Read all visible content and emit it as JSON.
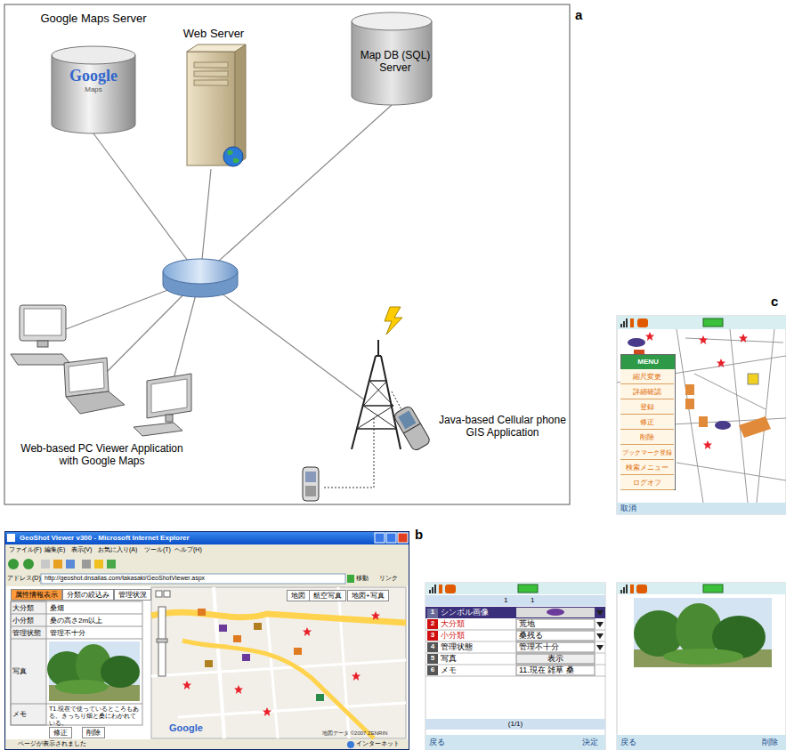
{
  "diagram": {
    "nodes": [
      {
        "text": [
          "Google Maps Server",
          "Google",
          "Maps"
        ]
      },
      {
        "text": [
          "Web Server"
        ]
      },
      {
        "text": [
          "Map DB (SQL) Server"
        ]
      },
      {
        "text": [
          "Web-based PC Viewer Application with Google Maps"
        ]
      },
      {
        "text": [
          "Java-based Cellular phone GIS Application"
        ]
      },
      {
        "text": [
          "GeoShot Viewer v300 - Microsoft Internet Explorer"
        ]
      },
      {
        "text": [
          "属性情報表示"
        ],
        "in": 5
      },
      {
        "text": [
          "分類の絞込み"
        ],
        "in": 5
      },
      {
        "text": [
          "管理状況"
        ],
        "in": 5
      },
      {
        "text": [
          "地図"
        ],
        "in": 5
      },
      {
        "text": [
          "航空写真"
        ],
        "in": 5
      },
      {
        "text": [
          "地図+写真"
        ],
        "in": 5
      },
      {
        "text": [
          "修正"
        ],
        "in": 5
      },
      {
        "text": [
          "削除"
        ],
        "in": 5
      },
      {
        "text": [
          "MENU"
        ]
      },
      {
        "text": [
          "縮尺変更"
        ],
        "in": 14
      },
      {
        "text": [
          "詳細確認"
        ],
        "in": 14
      },
      {
        "text": [
          "登録"
        ],
        "in": 14
      },
      {
        "text": [
          "修正"
        ],
        "in": 14
      },
      {
        "text": [
          "削除"
        ],
        "in": 14
      },
      {
        "text": [
          "ブックマーク登録"
        ],
        "in": 14
      },
      {
        "text": [
          "検索メニュー"
        ],
        "in": 14
      },
      {
        "text": [
          "ログオフ"
        ],
        "in": 14
      }
    ],
    "labels": [
      "a",
      "b",
      "c",
      "ファイル(F)",
      "編集(E)",
      "表示(V)",
      "お気に入り(A)",
      "ツール(T)",
      "ヘルプ(H)",
      "アドレス(D)",
      "http://geoshot.dnsalias.com/takasaki/GeoShotViewer.aspx",
      "移動",
      "リンク",
      "大分類",
      "桑畑",
      "小分類",
      "桑の高さ2m以上",
      "管理状態",
      "管理不十分",
      "写真",
      "メモ",
      "T1.現在で使っているところもある。きっちり畑と桑にわかれている。",
      "Google",
      "地図データ ©2007 ZENRIN",
      "ページが表示されました",
      "インターネット",
      "取消",
      "1",
      "1",
      "1",
      "シンボル画像",
      "2",
      "大分類",
      "荒地",
      "3",
      "小分類",
      "桑残る",
      "4",
      "管理状態",
      "管理不十分",
      "5",
      "写真",
      "表示",
      "6",
      "メモ",
      "11.現在 雑草 桑",
      "(1/1)",
      "戻る",
      "決定",
      "戻る",
      "削除"
    ]
  }
}
